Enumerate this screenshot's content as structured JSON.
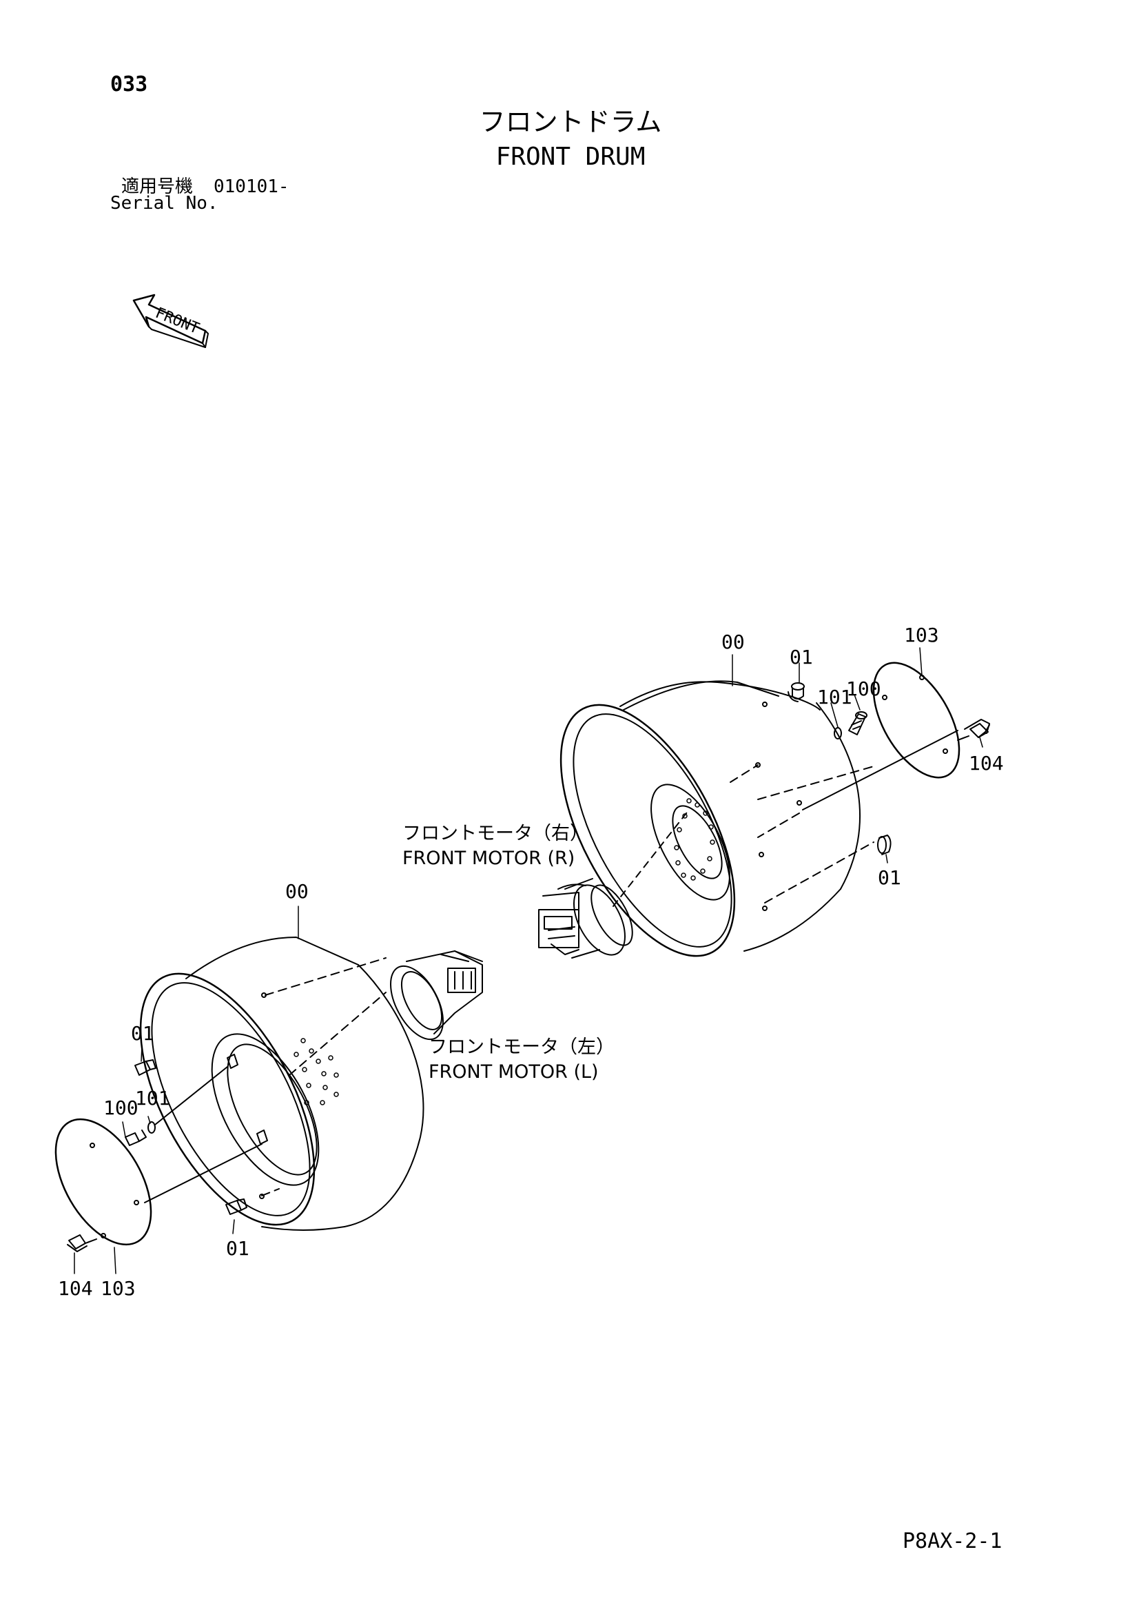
{
  "header": {
    "page_number": "033",
    "title_ja": "フロントドラム",
    "title_en": "FRONT DRUM",
    "serial_label_ja": "適用号機",
    "serial_value": "010101-",
    "serial_label_en": "Serial No."
  },
  "front_arrow": {
    "label": "FRONT"
  },
  "callouts": {
    "r_00": "00",
    "r_01_top": "01",
    "r_101": "101",
    "r_100": "100",
    "r_103": "103",
    "r_104": "104",
    "r_01_right": "01",
    "l_00": "00",
    "l_01_top": "01",
    "l_100": "100",
    "l_101": "101",
    "l_01_bottom": "01",
    "l_104": "104",
    "l_103": "103"
  },
  "parts": {
    "motor_r_ja": "フロントモータ（右）",
    "motor_r_en": "FRONT MOTOR (R)",
    "motor_l_ja": "フロントモータ（左）",
    "motor_l_en": "FRONT MOTOR (L)"
  },
  "footer": {
    "code": "P8AX-2-1"
  },
  "colors": {
    "ink": "#000000",
    "paper": "#ffffff"
  }
}
